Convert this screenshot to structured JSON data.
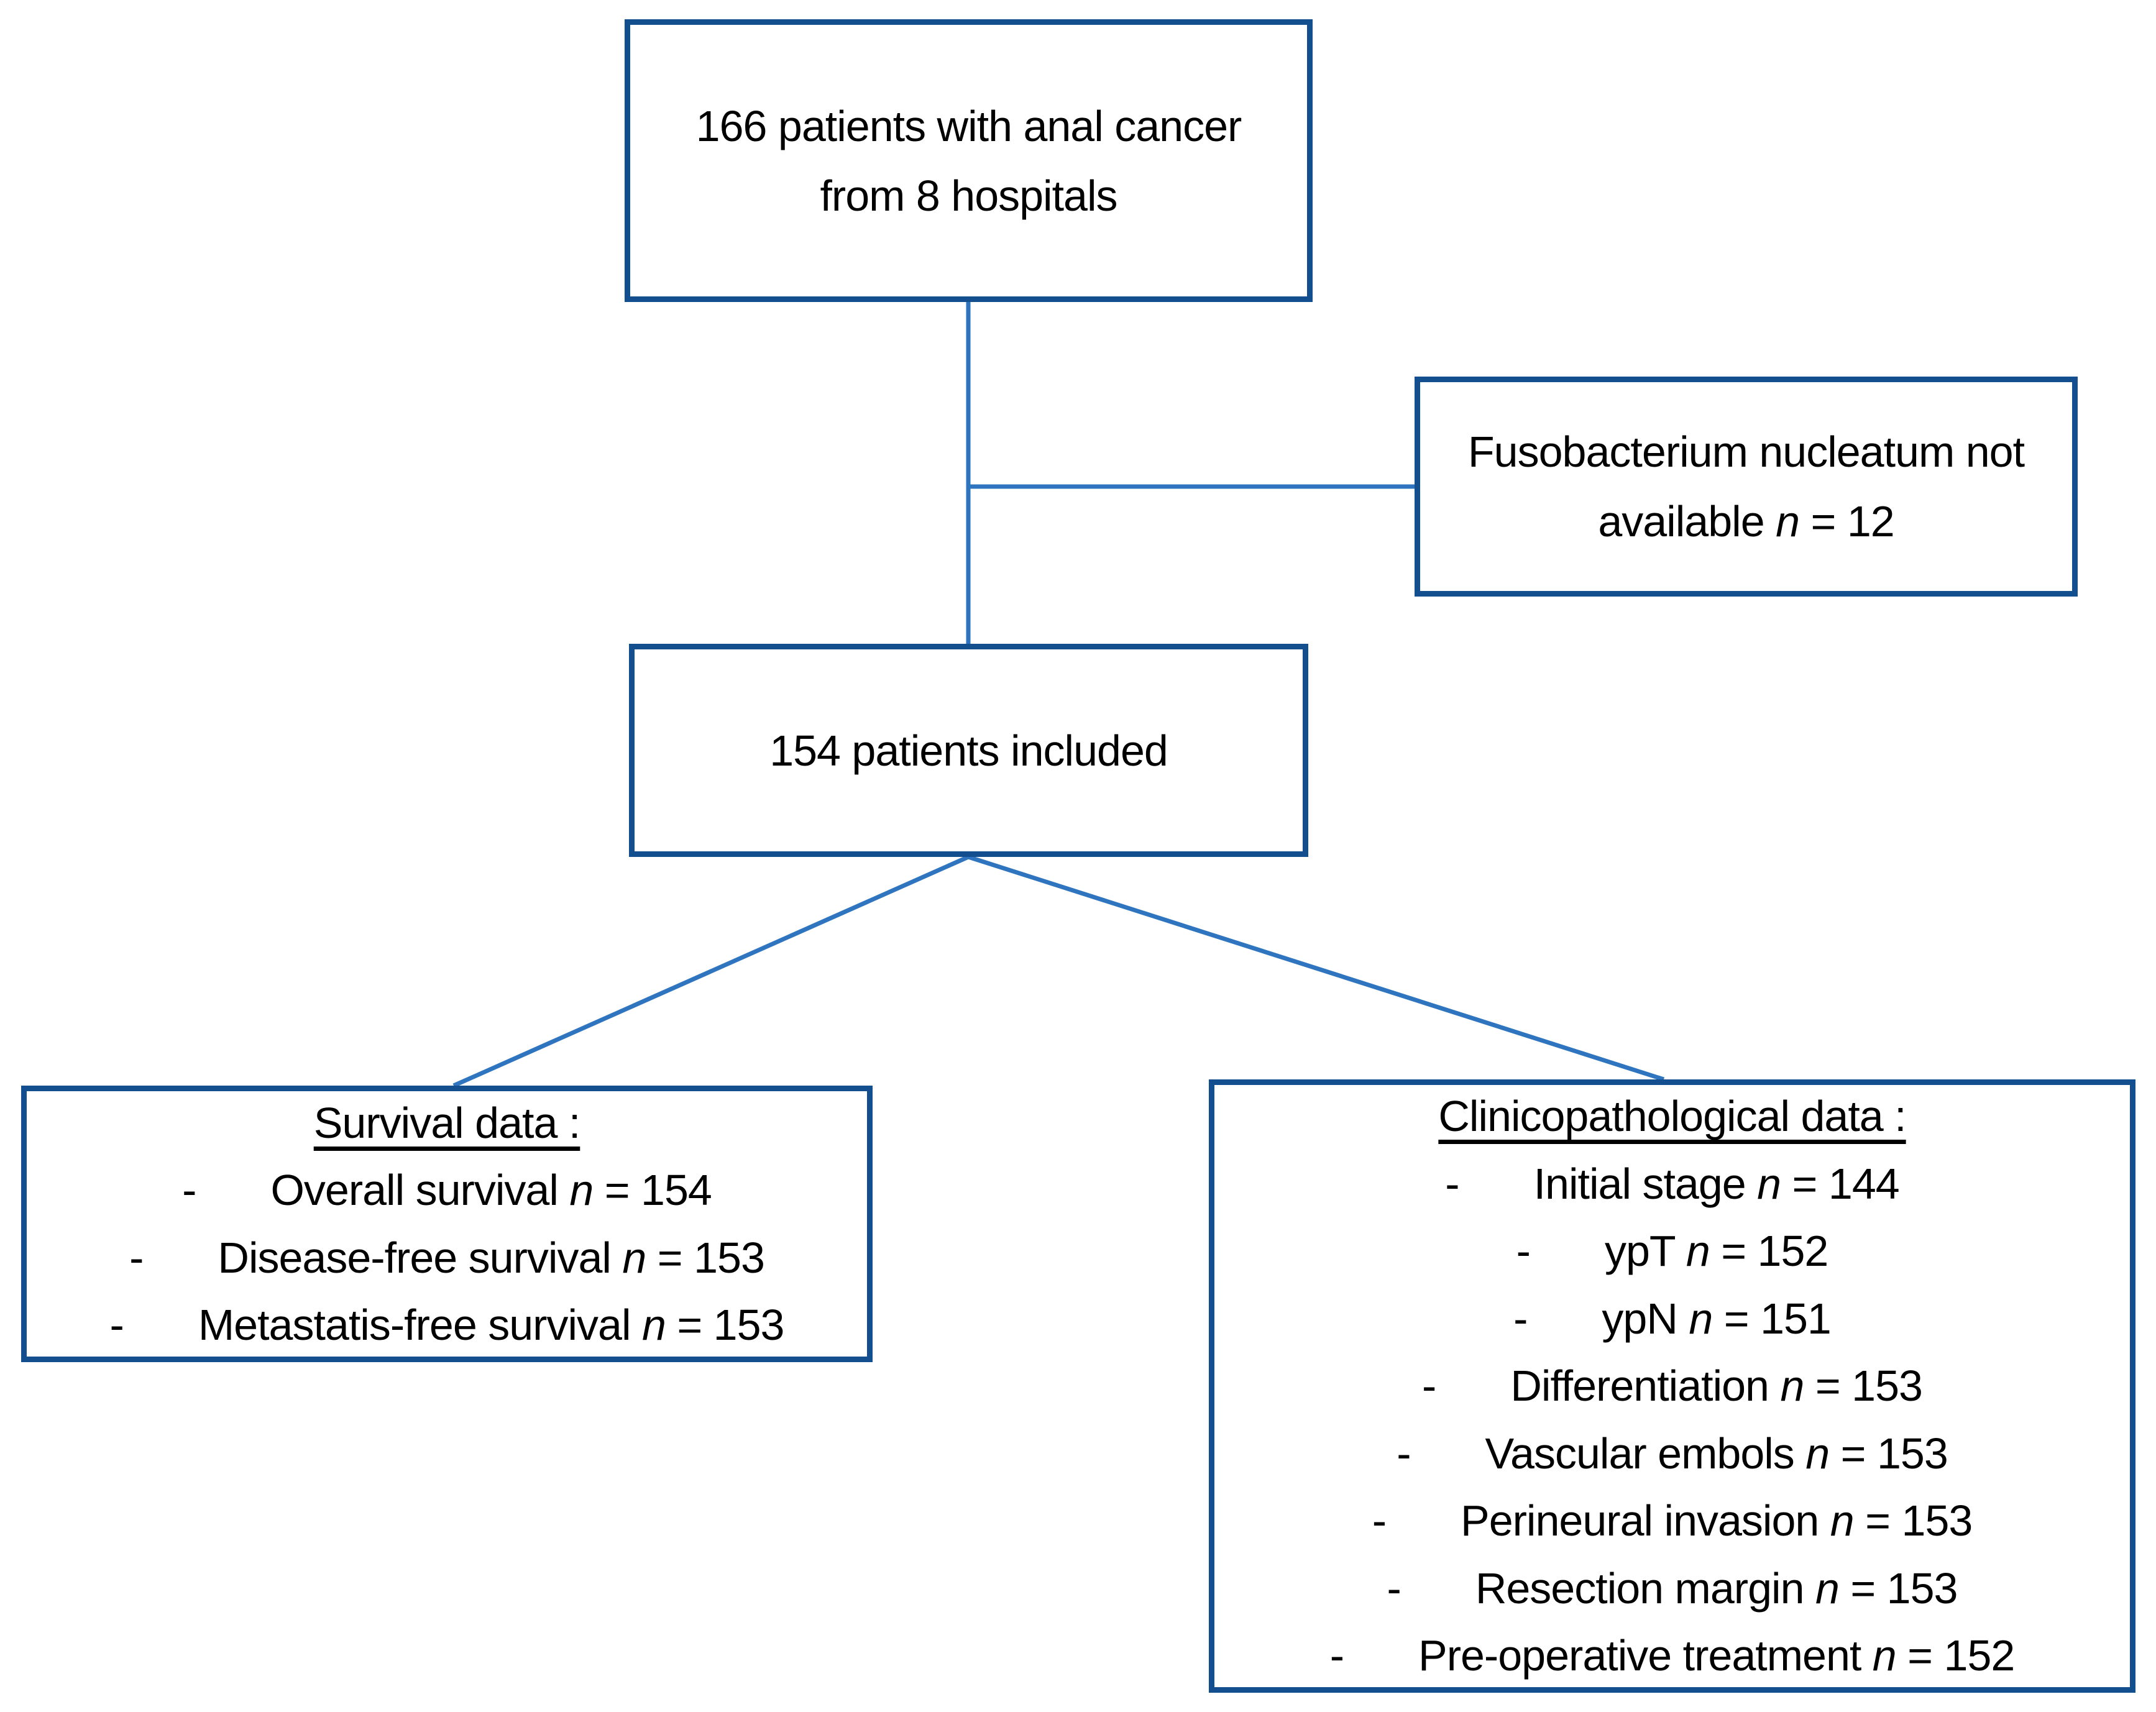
{
  "colors": {
    "box_border": "#134f8e",
    "connector": "#2e74be",
    "text": "#000000"
  },
  "symbols": {
    "bullet": "-",
    "n": "n",
    "eq": "="
  },
  "boxes": {
    "top": {
      "line1": "166 patients with anal cancer",
      "line2": "from 8 hospitals"
    },
    "excluded": {
      "line1": "Fusobacterium nucleatum not",
      "line2_prefix": "available",
      "value": "12"
    },
    "included": {
      "text": "154 patients included"
    },
    "survival": {
      "title": "Survival data :",
      "items": [
        {
          "label": "Overall survival",
          "value": "154"
        },
        {
          "label": "Disease-free survival",
          "value": "153"
        },
        {
          "label": "Metastatis-free survival",
          "value": "153"
        }
      ]
    },
    "clinico": {
      "title": "Clinicopathological data :",
      "items": [
        {
          "label": "Initial stage",
          "value": "144"
        },
        {
          "label": "ypT",
          "value": "152"
        },
        {
          "label": "ypN",
          "value": "151"
        },
        {
          "label": "Differentiation",
          "value": "153"
        },
        {
          "label": "Vascular embols",
          "value": "153"
        },
        {
          "label": "Perineural invasion",
          "value": "153"
        },
        {
          "label": "Resection margin",
          "value": "153"
        },
        {
          "label": "Pre-operative treatment",
          "value": "152"
        }
      ]
    }
  }
}
